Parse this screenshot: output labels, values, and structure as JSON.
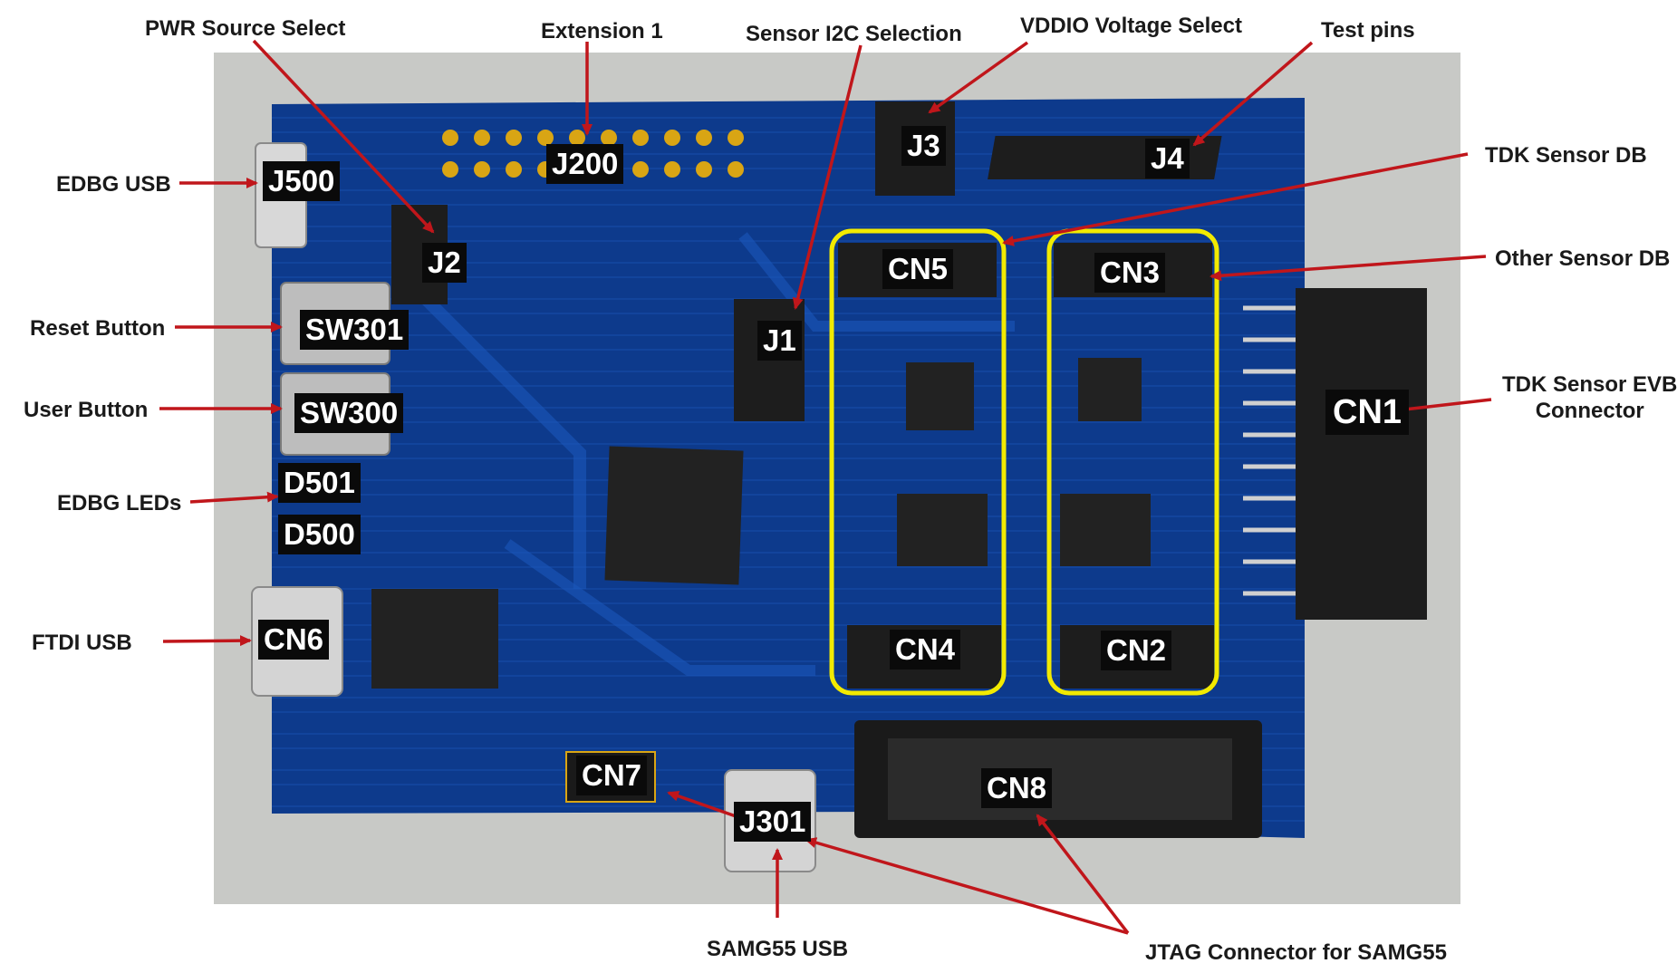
{
  "annotations": {
    "pwr_source_select": "PWR Source Select",
    "extension_1": "Extension 1",
    "sensor_i2c_selection": "Sensor I2C Selection",
    "vddio_voltage_select": "VDDIO Voltage Select",
    "test_pins": "Test pins",
    "tdk_sensor_db": "TDK Sensor DB",
    "other_sensor_db": "Other Sensor DB",
    "tdk_sensor_evb_connector_line1": "TDK Sensor EVB",
    "tdk_sensor_evb_connector_line2": "Connector",
    "edbg_usb": "EDBG USB",
    "reset_button": "Reset Button",
    "user_button": "User Button",
    "edbg_leds": "EDBG LEDs",
    "ftdi_usb": "FTDI USB",
    "samg55_usb": "SAMG55 USB",
    "jtag_connector": "JTAG Connector for SAMG55"
  },
  "labels": {
    "j500": "J500",
    "j2": "J2",
    "j200": "J200",
    "j1": "J1",
    "j3": "J3",
    "j4": "J4",
    "cn5": "CN5",
    "cn3": "CN3",
    "cn1": "CN1",
    "cn4": "CN4",
    "cn2": "CN2",
    "sw301": "SW301",
    "sw300": "SW300",
    "d501": "D501",
    "d500": "D500",
    "cn6": "CN6",
    "cn7": "CN7",
    "j301": "J301",
    "cn8": "CN8"
  },
  "colors": {
    "pcb": "#0d3a8c",
    "arrow": "#c0161b",
    "highlight": "#f2ea00",
    "background": "#ffffff"
  }
}
